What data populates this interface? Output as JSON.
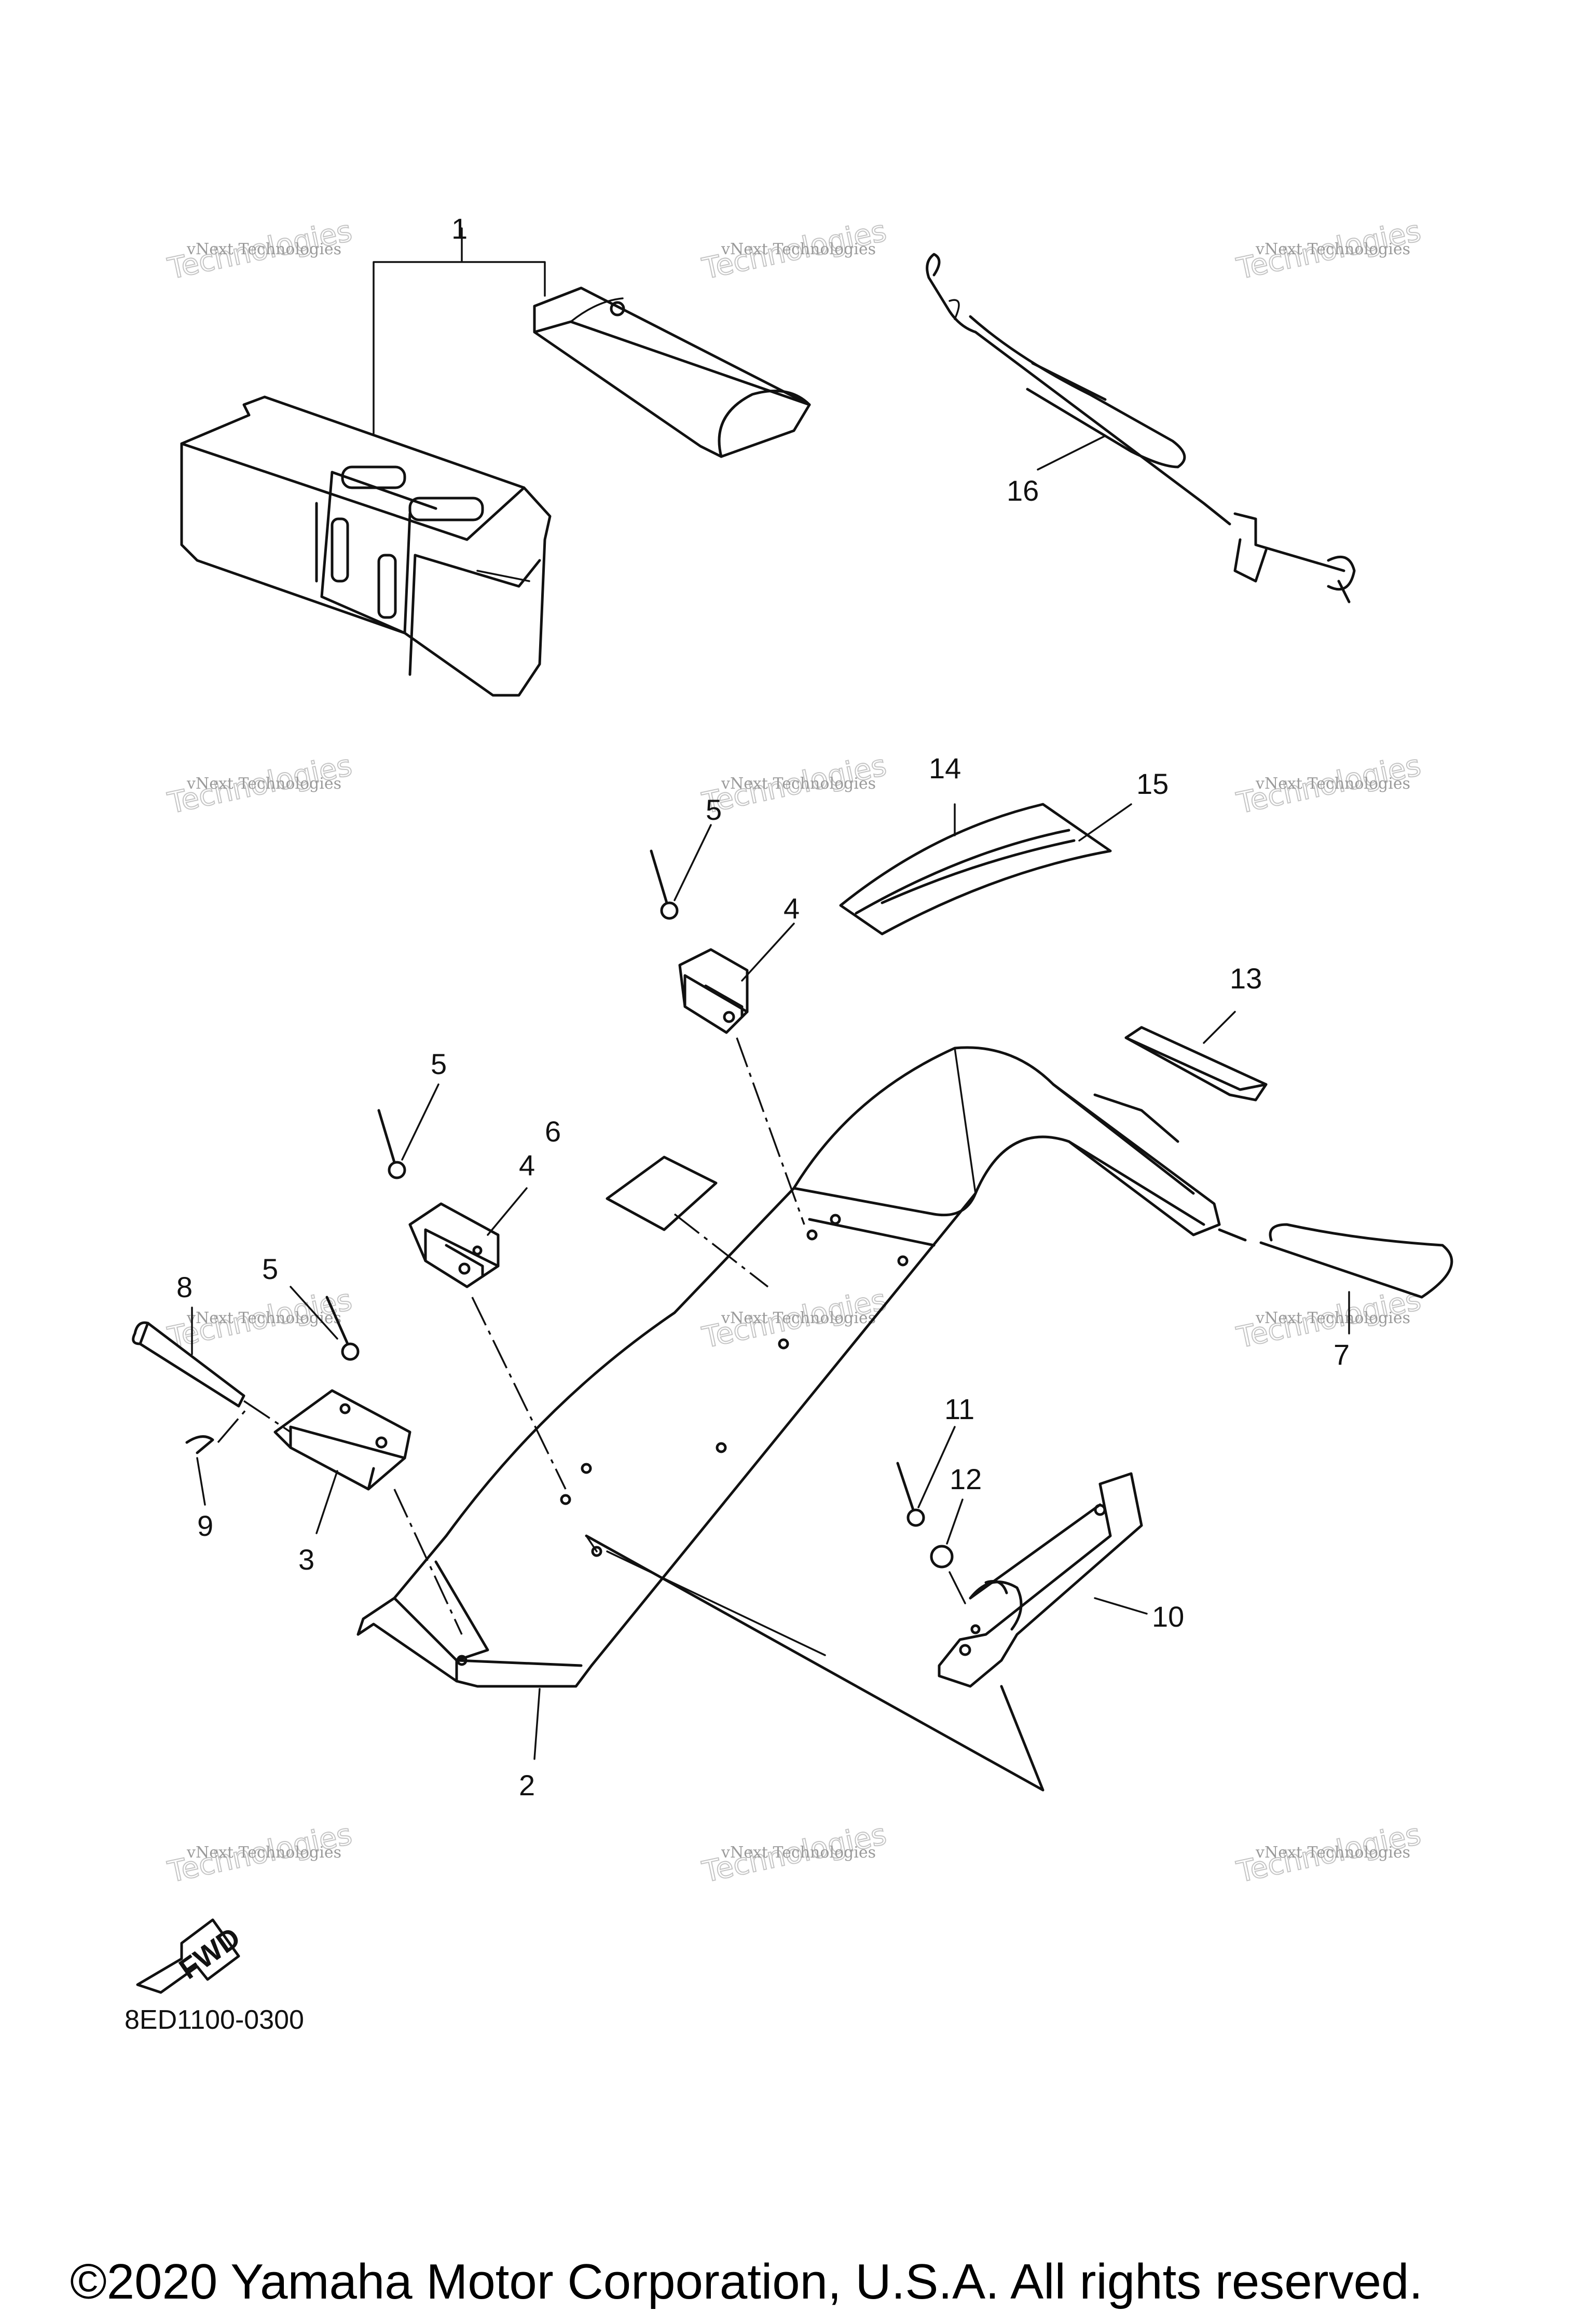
{
  "parts": [
    {
      "number": "1"
    },
    {
      "number": "2"
    },
    {
      "number": "3"
    },
    {
      "number": "4"
    },
    {
      "number": "4"
    },
    {
      "number": "5"
    },
    {
      "number": "5"
    },
    {
      "number": "5"
    },
    {
      "number": "6"
    },
    {
      "number": "7"
    },
    {
      "number": "8"
    },
    {
      "number": "9"
    },
    {
      "number": "10"
    },
    {
      "number": "11"
    },
    {
      "number": "12"
    },
    {
      "number": "13"
    },
    {
      "number": "14"
    },
    {
      "number": "15"
    },
    {
      "number": "16"
    }
  ],
  "watermark": {
    "line1": "vNext Technologies",
    "line2": "Technologies"
  },
  "fwd_label": "FWD",
  "diagram_code": "8ED1100-0300",
  "copyright": "©2020 Yamaha Motor Corporation, U.S.A. All rights reserved."
}
